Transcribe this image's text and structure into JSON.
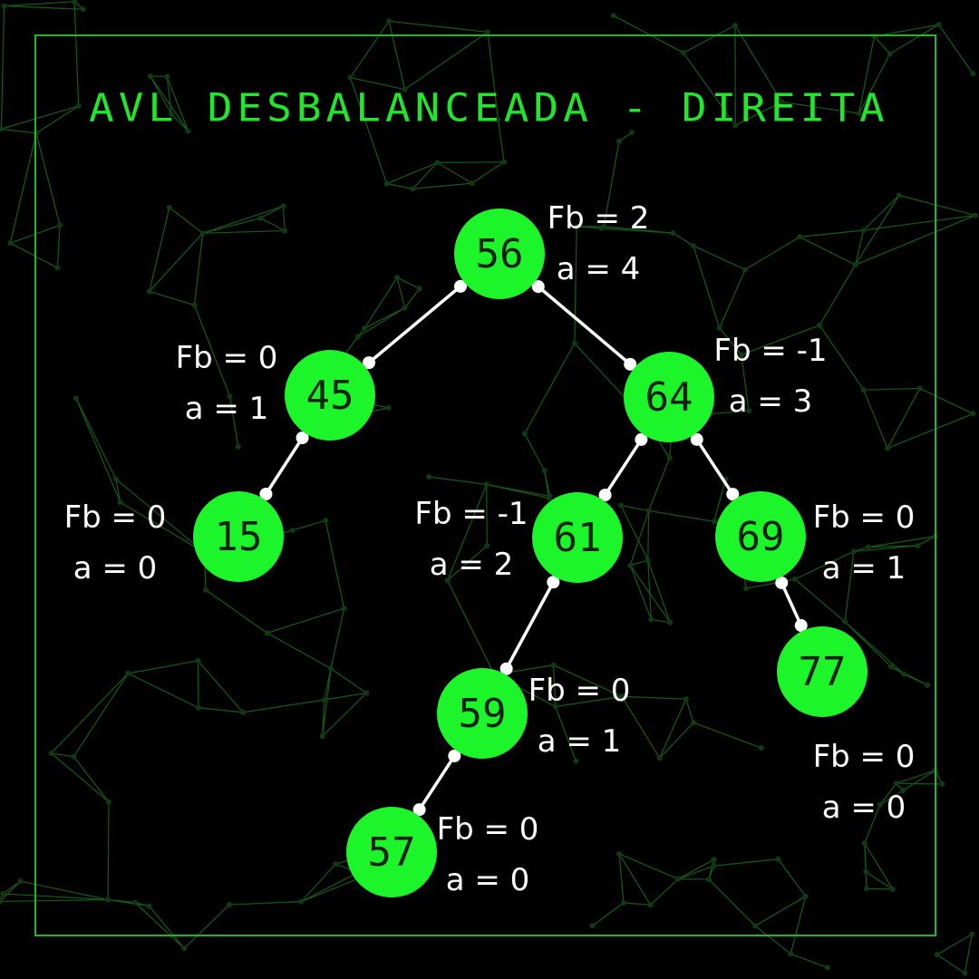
{
  "title": "AVL DESBALANCEADA - DIREITA",
  "colors": {
    "background": "#000000",
    "accent": "#22e62c",
    "node_fill": "#1cf52a",
    "edge": "#ffffff",
    "annotation": "#ffffff",
    "network": "#1e7a22"
  },
  "nodes": [
    {
      "id": "56",
      "label": "56",
      "fb": "Fb = 2",
      "a": "a = 4"
    },
    {
      "id": "45",
      "label": "45",
      "fb": "Fb = 0",
      "a": "a = 1"
    },
    {
      "id": "64",
      "label": "64",
      "fb": "Fb = -1",
      "a": "a = 3"
    },
    {
      "id": "15",
      "label": "15",
      "fb": "Fb = 0",
      "a": "a = 0"
    },
    {
      "id": "61",
      "label": "61",
      "fb": "Fb = -1",
      "a": "a = 2"
    },
    {
      "id": "69",
      "label": "69",
      "fb": "Fb = 0",
      "a": "a = 1"
    },
    {
      "id": "59",
      "label": "59",
      "fb": "Fb = 0",
      "a": "a = 1"
    },
    {
      "id": "77",
      "label": "77",
      "fb": "Fb = 0",
      "a": "a = 0"
    },
    {
      "id": "57",
      "label": "57",
      "fb": "Fb = 0",
      "a": "a = 0"
    }
  ],
  "edges": [
    [
      "56",
      "45"
    ],
    [
      "56",
      "64"
    ],
    [
      "45",
      "15"
    ],
    [
      "64",
      "61"
    ],
    [
      "64",
      "69"
    ],
    [
      "61",
      "59"
    ],
    [
      "69",
      "77"
    ],
    [
      "59",
      "57"
    ]
  ]
}
